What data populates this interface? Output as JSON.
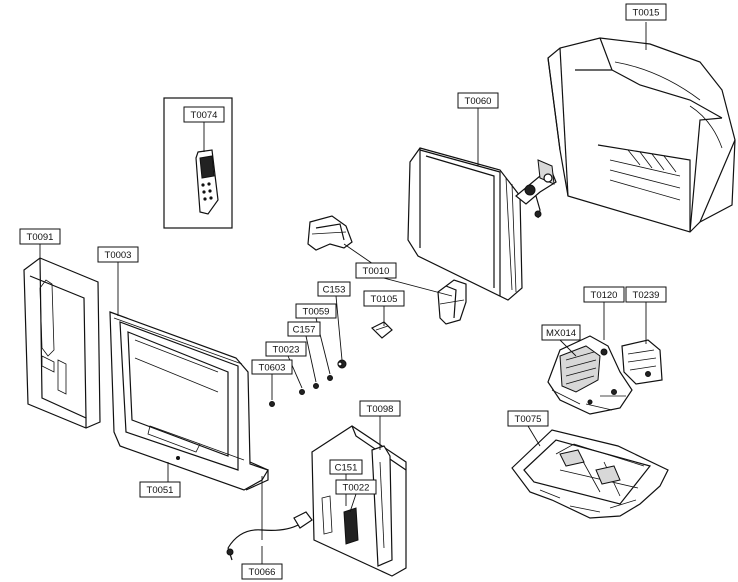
{
  "labels": {
    "T0015": "T0015",
    "T0074": "T0074",
    "T0060": "T0060",
    "T0091": "T0091",
    "T0003": "T0003",
    "T0010": "T0010",
    "T0105": "T0105",
    "T0120": "T0120",
    "T0239": "T0239",
    "MX014": "MX014",
    "C153": "C153",
    "T0059": "T0059",
    "C157": "C157",
    "T0023": "T0023",
    "T0603": "T0603",
    "T0098": "T0098",
    "C151": "C151",
    "T0022": "T0022",
    "T0075": "T0075",
    "T0051": "T0051",
    "T0066": "T0066"
  }
}
